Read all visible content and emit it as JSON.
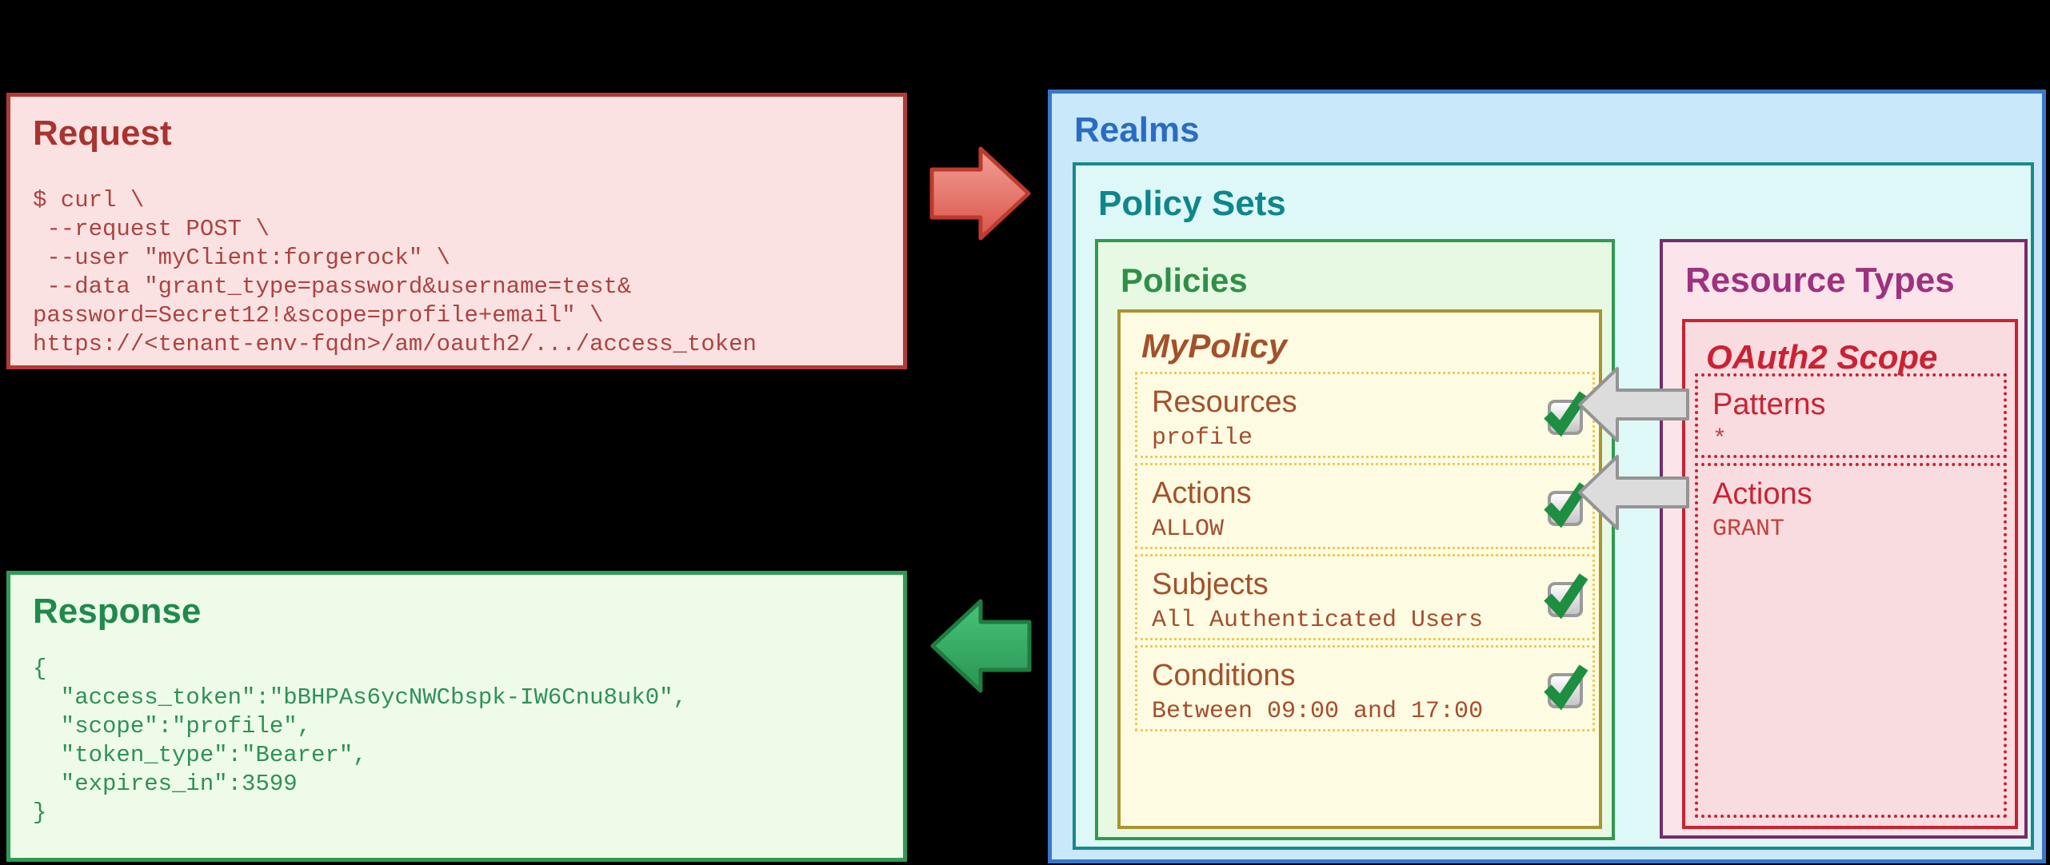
{
  "request": {
    "title": "Request",
    "code": "$ curl \\\n --request POST \\\n --user \"myClient:forgerock\" \\\n --data \"grant_type=password&username=test&\npassword=Secret12!&scope=profile+email\" \\\nhttps://<tenant-env-fqdn>/am/oauth2/.../access_token"
  },
  "response": {
    "title": "Response",
    "code": "{\n  \"access_token\":\"bBHPAs6ycNWCbspk-IW6Cnu8uk0\",\n  \"scope\":\"profile\",\n  \"token_type\":\"Bearer\",\n  \"expires_in\":3599\n}"
  },
  "realms": {
    "title": "Realms"
  },
  "policy_sets": {
    "title": "Policy Sets"
  },
  "policies": {
    "title": "Policies"
  },
  "my_policy": {
    "title": "MyPolicy",
    "items": [
      {
        "label": "Resources",
        "value": "profile",
        "checked": true
      },
      {
        "label": "Actions",
        "value": "ALLOW",
        "checked": true
      },
      {
        "label": "Subjects",
        "value": "All Authenticated Users",
        "checked": true
      },
      {
        "label": "Conditions",
        "value": "Between 09:00 and 17:00",
        "checked": true
      }
    ]
  },
  "resource_types": {
    "title": "Resource Types"
  },
  "oauth2_scope": {
    "title": "OAuth2 Scope",
    "items": [
      {
        "label": "Patterns",
        "value": "*"
      },
      {
        "label": "Actions",
        "value": "GRANT"
      }
    ]
  },
  "icons": {
    "request_arrow": "red-arrow-right",
    "response_arrow": "green-arrow-left",
    "mapping_arrows": "grey-arrow-left",
    "checkbox_check": "green-checkmark"
  },
  "colors": {
    "request_bg": "#fbe2e2",
    "request_border": "#b23b37",
    "request_title": "#a93330",
    "request_code": "#ac4341",
    "response_bg": "#eefbe9",
    "response_border": "#2f9c55",
    "response_title": "#1f8a4b",
    "response_code": "#2f9155",
    "realms_bg": "#c9e8fa",
    "realms_border": "#3a76ca",
    "realms_title": "#2a6cc2",
    "policy_sets_bg": "#ddf8f6",
    "policy_sets_border": "#18898d",
    "policy_sets_title": "#0e868c",
    "policies_bg": "#e8f9e3",
    "policies_border": "#2f9a50",
    "policies_title": "#2e9047",
    "my_policy_bg": "#fdfce3",
    "my_policy_border": "#a9952f",
    "my_policy_title": "#a3512b",
    "my_policy_item_border": "#efcb52",
    "my_policy_label": "#a3512b",
    "my_policy_value": "#a44e2e",
    "resource_types_bg": "#fbe4ea",
    "resource_types_border": "#752d6a",
    "resource_types_title": "#9e3180",
    "oauth2_bg": "#f8dce0",
    "oauth2_border": "#c92231",
    "oauth2_title": "#cb2233",
    "oauth2_label": "#c92333",
    "oauth2_value": "#c2413d",
    "check_green": "#1e8e41",
    "red_arrow_fill": "#e8766b",
    "red_arrow_stroke": "#bd3a2c",
    "green_arrow_fill": "#35a864",
    "green_arrow_stroke": "#1e7c40",
    "grey_arrow_fill": "#dcdcdc",
    "grey_arrow_stroke": "#949494"
  }
}
